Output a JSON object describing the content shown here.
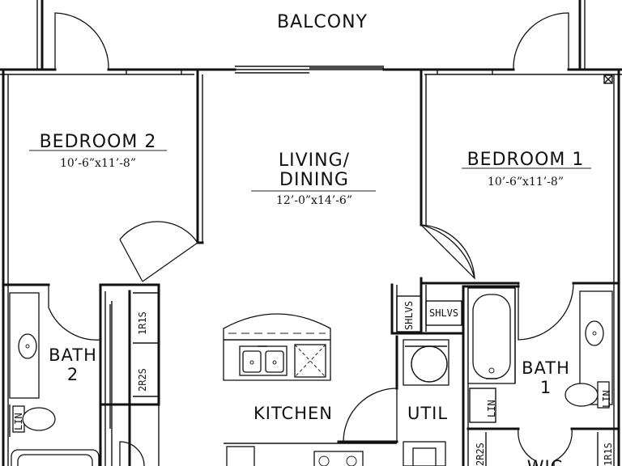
{
  "labels": {
    "balcony": "BALCONY",
    "bedroom2": "BEDROOM 2",
    "bedroom2_dim": "10’-6”x11’-8”",
    "living_line1": "LIVING/",
    "living_line2": "DINING",
    "living_dim": "12’-0”x14’-6”",
    "bedroom1": "BEDROOM 1",
    "bedroom1_dim": "10’-6”x11’-8”",
    "bath2_line1": "BATH",
    "bath2_line2": "2",
    "bath1_line1": "BATH",
    "bath1_line2": "1",
    "kitchen": "KITCHEN",
    "util": "UTIL",
    "wic": "WIC",
    "shlvs_vertical": "SHLVS",
    "shlvs_horizontal": "SHLVS",
    "lin_bath2": "LIN",
    "lin_util": "LIN",
    "lin_bath1": "LIN",
    "closet_1r1s": "1R1S",
    "closet_2r2s": "2R2S",
    "closet_2r2s_right": "2R2S",
    "closet_1r1s_right": "1R1S"
  },
  "colors": {
    "ink": "#111111",
    "paper": "#ffffff"
  }
}
